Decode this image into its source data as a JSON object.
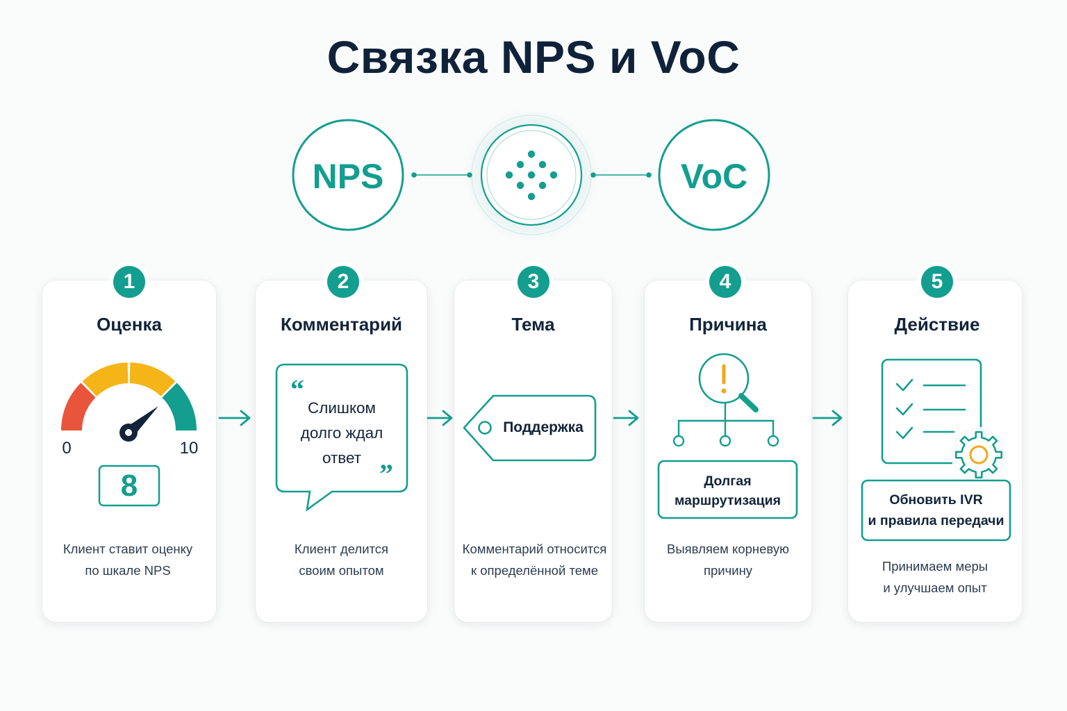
{
  "title": "Связка NPS и VoC",
  "colors": {
    "teal": "#139e8f",
    "navy": "#13243a",
    "red": "#e8553a",
    "yellow": "#f5b418",
    "orange": "#f2a81c"
  },
  "hub": {
    "left_label": "NPS",
    "right_label": "VoC",
    "center_icon": "dot-cluster-icon"
  },
  "steps": [
    {
      "number": "1",
      "title": "Оценка",
      "icon": "gauge-icon",
      "gauge_min": "0",
      "gauge_max": "10",
      "score": "8",
      "desc_1": "Клиент ставит оценку",
      "desc_2": "по шкале NPS"
    },
    {
      "number": "2",
      "title": "Комментарий",
      "icon": "speech-bubble-icon",
      "quote_1": "Слишком",
      "quote_2": "долго ждал",
      "quote_3": "ответ",
      "desc_1": "Клиент делится",
      "desc_2": "своим опытом"
    },
    {
      "number": "3",
      "title": "Тема",
      "icon": "tag-icon",
      "tag": "Поддержка",
      "desc_1": "Комментарий относится",
      "desc_2": "к определённой теме"
    },
    {
      "number": "4",
      "title": "Причина",
      "icon": "magnifier-alert-icon",
      "cause_1": "Долгая",
      "cause_2": "маршрутизация",
      "desc_1": "Выявляем корневую",
      "desc_2": "причину"
    },
    {
      "number": "5",
      "title": "Действие",
      "icon": "checklist-gear-icon",
      "action_1": "Обновить IVR",
      "action_2": "и правила передачи",
      "desc_1": "Принимаем меры",
      "desc_2": "и улучшаем опыт"
    }
  ]
}
